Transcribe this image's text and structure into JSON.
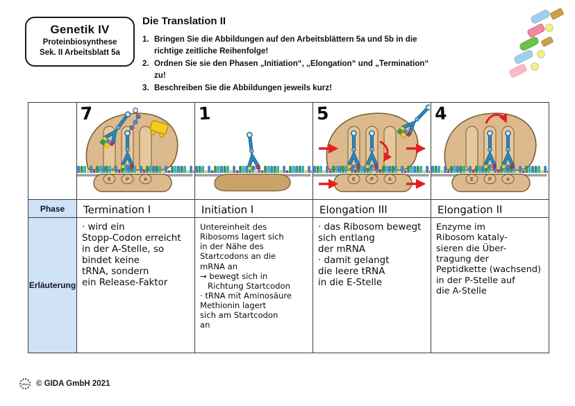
{
  "header": {
    "box": {
      "line1": "Genetik IV",
      "line2": "Proteinbiosynthese",
      "line3": "Sek. II   Arbeitsblatt 5a"
    },
    "title": "Die Translation II",
    "instructions": [
      {
        "num": "1.",
        "text": "Bringen Sie die Abbildungen auf den Arbeitsblättern 5a und 5b in die richtige zeitliche Reihenfolge!"
      },
      {
        "num": "2.",
        "text": "Ordnen Sie sie den Phasen „Initiation“, „Elongation“ und „Termination“ zu!"
      },
      {
        "num": "3.",
        "text": "Beschreiben Sie die Abbildungen jeweils kurz!"
      }
    ]
  },
  "table": {
    "row_labels": {
      "phase": "Phase",
      "erlaeuterung": "Erläuterung"
    },
    "site_labels": [
      "E",
      "P",
      "A"
    ],
    "columns": [
      {
        "order_number": "7",
        "phase": "Termination I",
        "explanation": "· wird ein\nStopp-Codon erreicht\nin der A-Stelle, so\nbindet keine\ntRNA, sondern\nein Release-Faktor",
        "diagram": "ribosome-termination"
      },
      {
        "order_number": "1",
        "phase": "Initiation I",
        "explanation": "Untereinheit des\nRibosoms lagert sich\nin der Nähe des\nStartcodons an die\nmRNA an\n→ bewegt sich in\n   Richtung Startcodon\n· tRNA mit Aminosäure\nMethionin lagert\nsich am Startcodon\nan",
        "diagram": "ribosome-initiation"
      },
      {
        "order_number": "5",
        "phase": "Elongation III",
        "explanation": "· das Ribosom bewegt\nsich entlang\nder mRNA\n· damit gelangt\ndie leere tRNA\nin die E-Stelle",
        "diagram": "ribosome-elongation-movement"
      },
      {
        "order_number": "4",
        "phase": "Elongation II",
        "explanation": "Enzyme im\nRibosom kataly-\nsieren die Über-\ntragung der\nPeptidkette (wachsend)\nin der P-Stelle auf\ndie A-Stelle",
        "diagram": "ribosome-elongation-transfer"
      }
    ]
  },
  "footer": {
    "logo_text": "GIDA",
    "copyright": "© GIDA GmbH 2021"
  },
  "colors": {
    "ribosome_tan": "#dcba8e",
    "ribosome_outline": "#7a5c33",
    "trna_blue": "#2e86ba",
    "arrow_red": "#e21f1f",
    "release_factor_yellow": "#f5c91d",
    "label_cell_blue": "#cfe2f6",
    "mrna_blue": "#3f8fd0",
    "mrna_green": "#2f9e4a",
    "mrna_cyan": "#38b9c9",
    "mrna_yellow": "#f2d321",
    "mrna_magenta": "#c02670"
  }
}
